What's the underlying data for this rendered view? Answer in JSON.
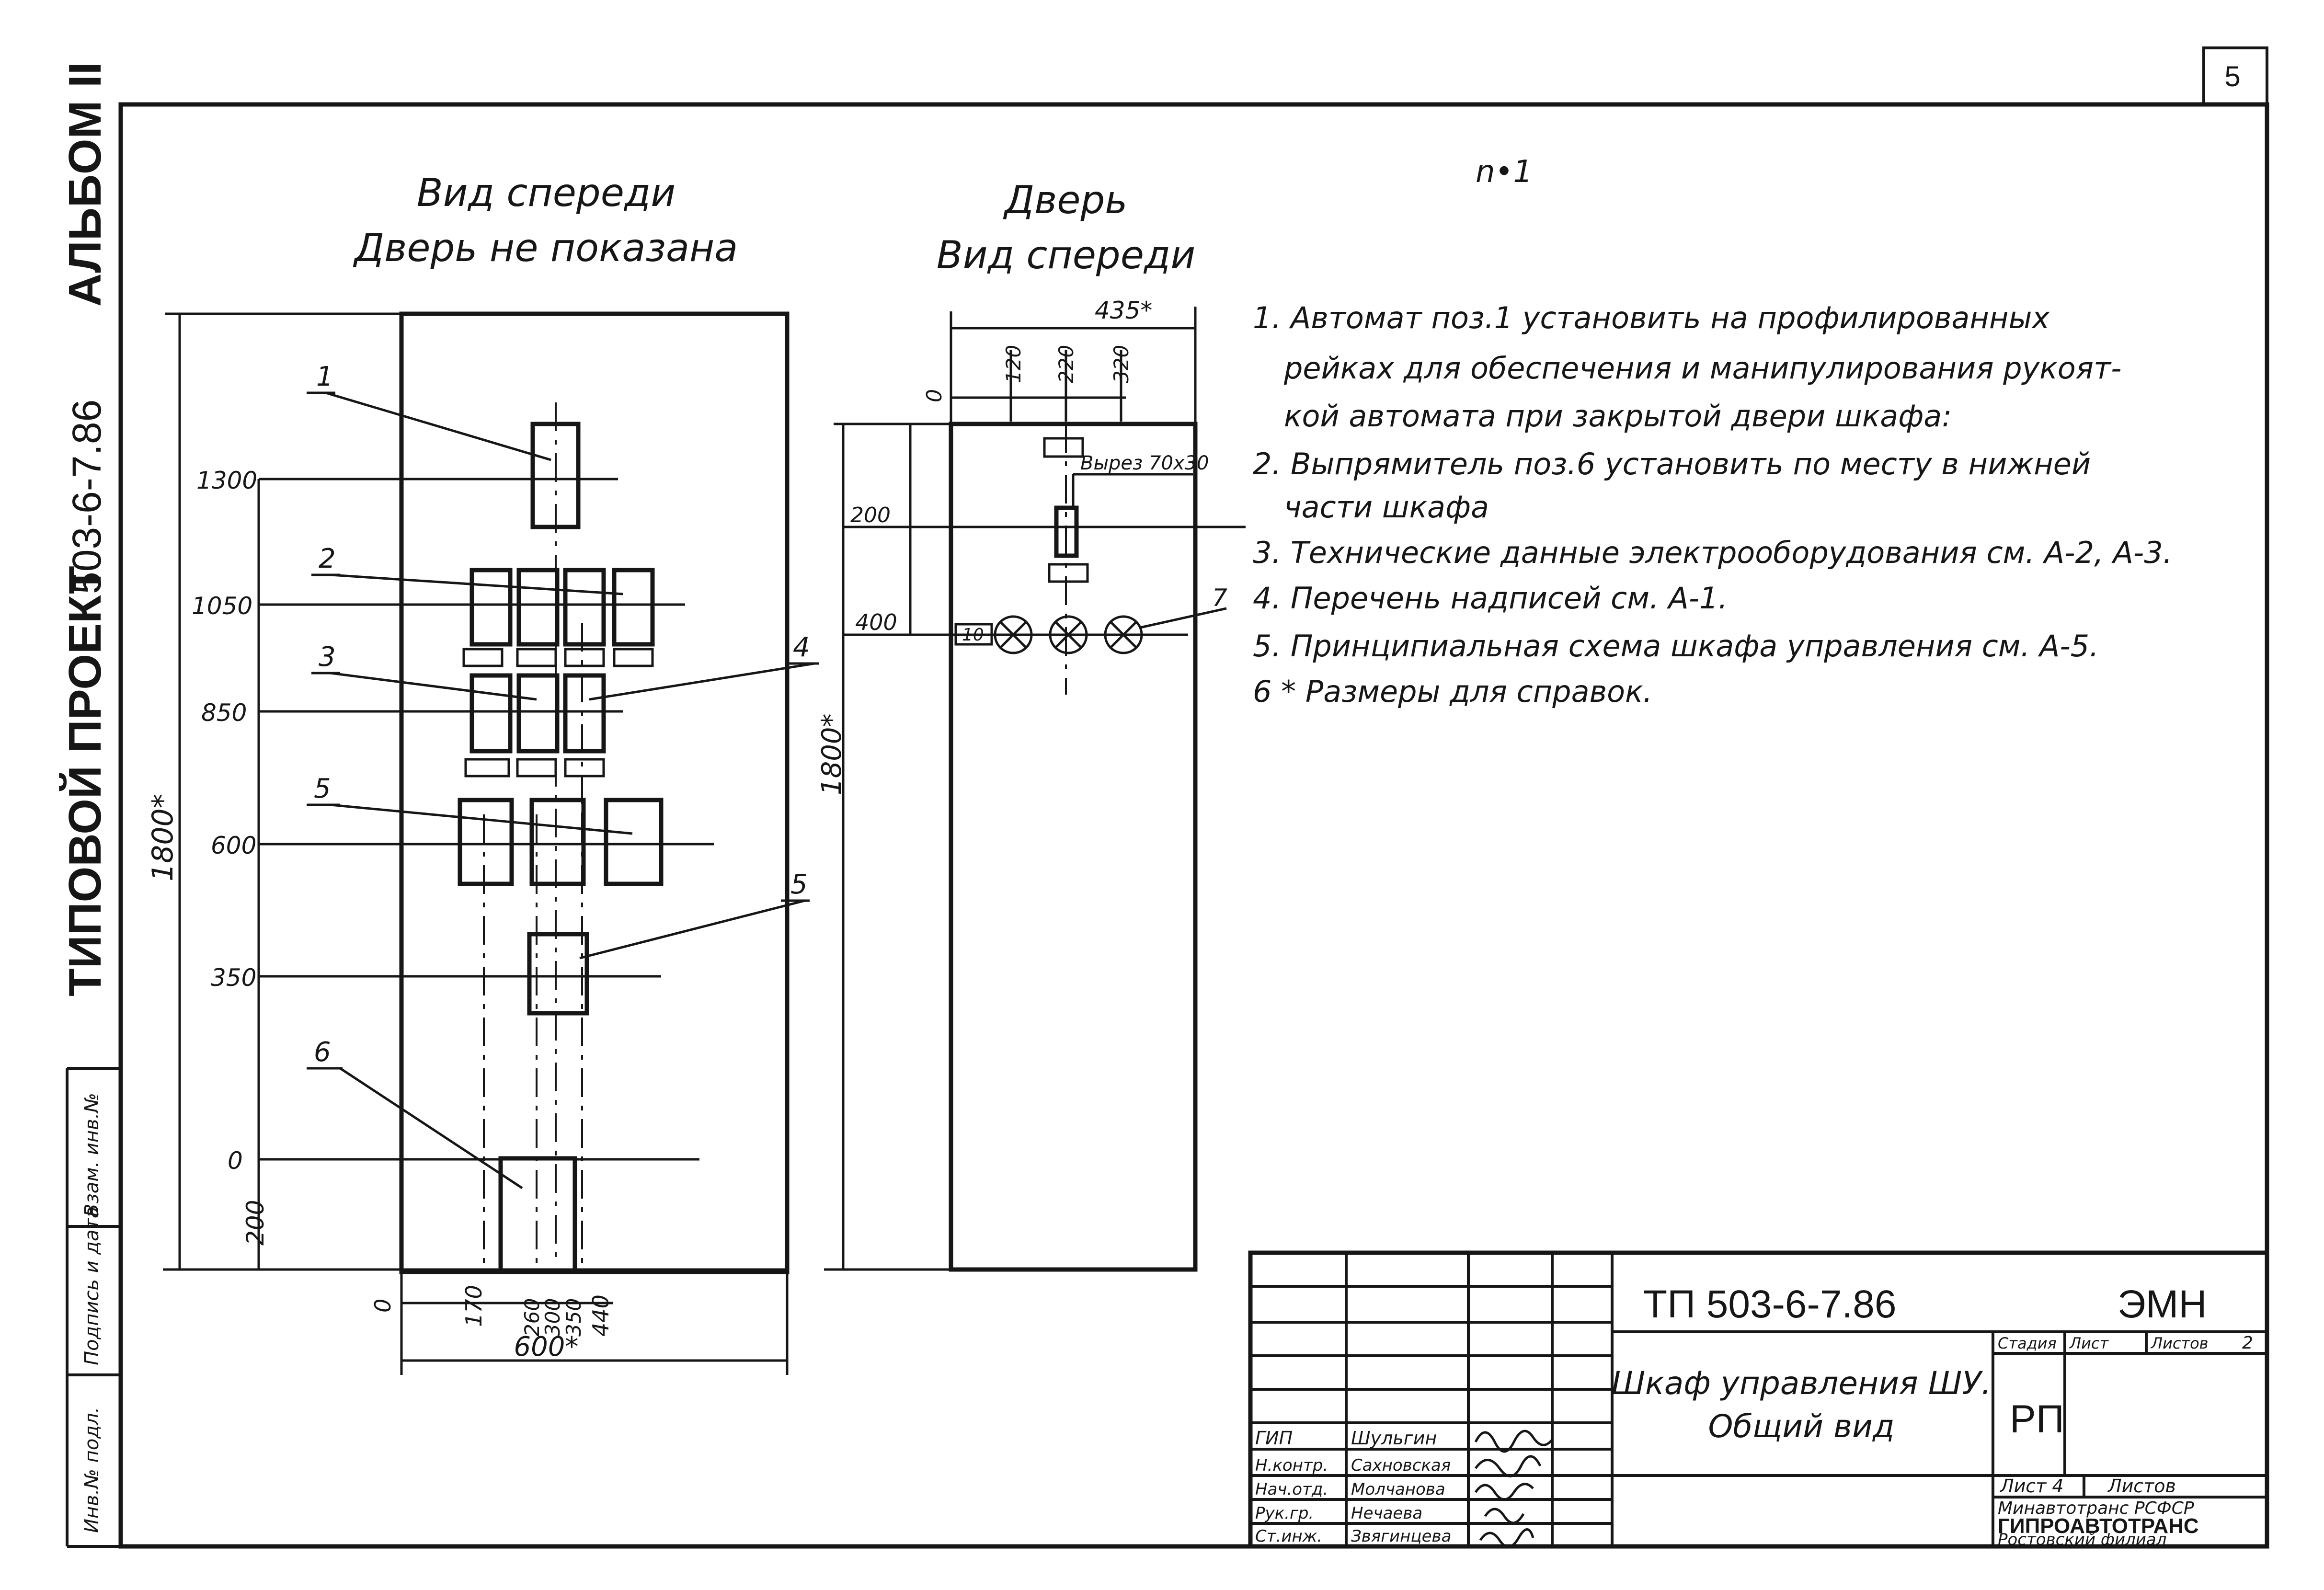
{
  "sheet": {
    "number": "5",
    "side_stamp": {
      "album": "АЛЬБОМ II",
      "code": "503-6-7.86",
      "project": "ТИПОВОЙ ПРОЕКТ"
    },
    "side_columns": [
      "Инв.№ подл.",
      "Подпись и дата",
      "Взам. инв.№"
    ],
    "top_mark": "n•1"
  },
  "front_view": {
    "title_line1": "Вид спереди",
    "title_line2": "Дверь не показана",
    "levels": [
      "1300",
      "1050",
      "850",
      "600",
      "350",
      "0",
      "200"
    ],
    "height_dim": "1800*",
    "width_dim": "600*",
    "bottom_dims": [
      "0",
      "170",
      "260",
      "300",
      "350",
      "440"
    ],
    "callouts": [
      "1",
      "2",
      "3",
      "4",
      "5",
      "5",
      "6"
    ]
  },
  "door_view": {
    "title_line1": "Дверь",
    "title_line2": "Вид спереди",
    "width_dim": "435*",
    "top_dims": [
      "0",
      "120",
      "220",
      "320"
    ],
    "cutout_label": "Вырез 70х30",
    "levels": [
      "200",
      "400"
    ],
    "height_dim": "1800*",
    "callout": "7",
    "plate_label": "10"
  },
  "notes": [
    "1. Автомат поз.1 установить на профилированных",
    "рейках для обеспечения и манипулирования рукоят-",
    "кой автомата при закрытой двери шкафа:",
    "2. Выпрямитель поз.6 установить по месту в нижней",
    "части шкафа",
    "3. Технические данные электрооборудования см. А-2, А-3.",
    "4. Перечень надписей см. А-1.",
    "5. Принципиальная схема шкафа управления см. А-5.",
    "6 * Размеры для справок."
  ],
  "title_block": {
    "code": "ТП 503-6-7.86",
    "suffix": "ЭМН",
    "sheet_name_line1": "Шкаф управления ШУ.",
    "sheet_name_line2": "Общий вид",
    "stage_header": "Стадия",
    "sheet_header": "Лист",
    "sheets_header": "Листов",
    "sheet_no": "2",
    "stage": "РП",
    "sheet_count_label": "Лист 4",
    "sheet_count_of": "Листов",
    "org_line1": "Минавтотранс РСФСР",
    "org_line2": "ГИПРОАВТОТРАНС",
    "org_line3": "Ростовский филиал",
    "people": [
      {
        "role": "ГИП",
        "name": "Шульгин"
      },
      {
        "role": "Н.контр.",
        "name": "Сахновская"
      },
      {
        "role": "Нач.отд.",
        "name": "Молчанова"
      },
      {
        "role": "Рук.гр.",
        "name": "Нечаева"
      },
      {
        "role": "Ст.инж.",
        "name": "Звягинцева"
      }
    ]
  },
  "colors": {
    "ink": "#161616",
    "paper": "#ffffff"
  }
}
